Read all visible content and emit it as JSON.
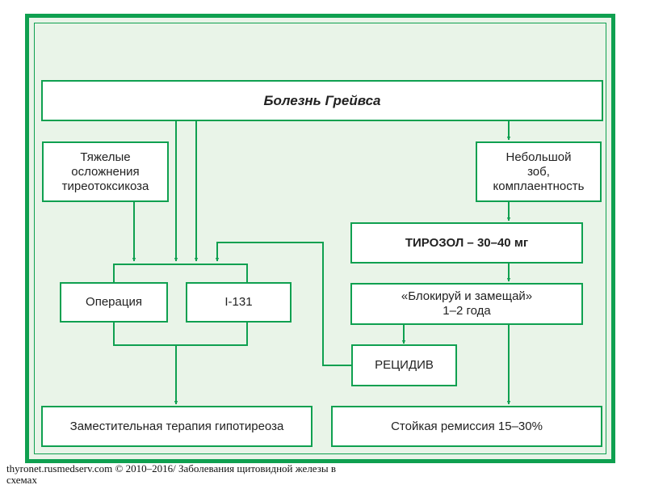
{
  "diagram": {
    "title": "Болезнь Грейвса",
    "severe": "Тяжелые\nосложнения\nтиреотоксикоза",
    "small_goiter": "Небольшой\nзоб,\nкомплаентность",
    "tyrosol": "ТИРОЗОЛ – 30–40 мг",
    "operation": "Операция",
    "i131": "I-131",
    "block_replace": "«Блокируй и замещай»\n1–2 года",
    "relapse": "РЕЦИДИВ",
    "replacement": "Заместительная терапия гипотиреоза",
    "remission": "Стойкая ремиссия 15–30%"
  },
  "caption": "thyronet.rusmedserv.com © 2010–2016/   Заболевания щитовидной железы в схемах",
  "colors": {
    "border": "#0fa050",
    "background": "#e9f4e8",
    "arrow": "#0fa050"
  }
}
